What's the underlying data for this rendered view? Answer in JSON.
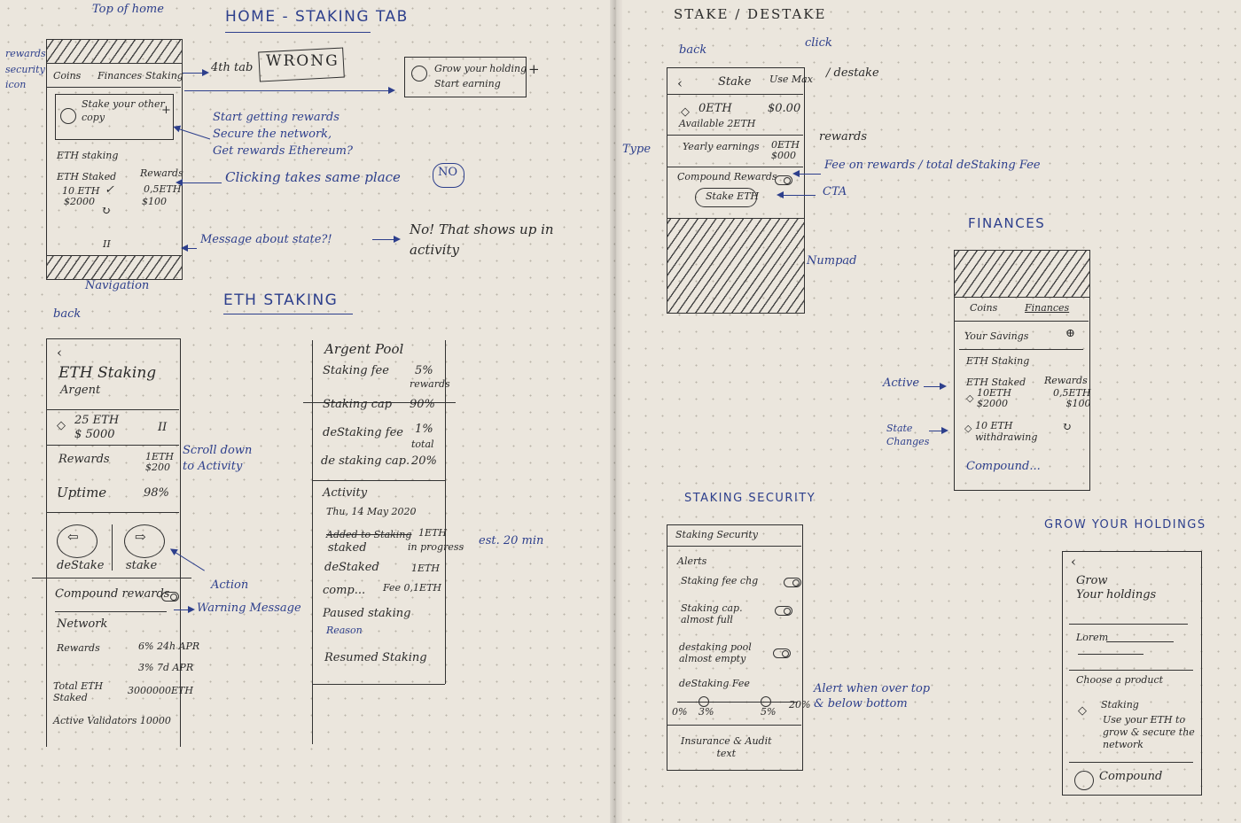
{
  "titles": {
    "home": "HOME - STAKING TAB",
    "eth_staking": "ETH STAKING",
    "stake_destake": "STAKE / DESTAKE",
    "finances": "FINANCES",
    "staking_security": "STAKING SECURITY",
    "grow": "GROW YOUR HOLDINGS"
  },
  "home": {
    "top_label": "Top of home",
    "nav_label": "Navigation",
    "side_note": "rewards\nsecurity\nicon",
    "tabs": [
      "Coins",
      "Finances",
      "Staking"
    ],
    "tab_note": "4th tab",
    "wrong": "WRONG",
    "grow_card": "Grow your holding\nStart earning",
    "plus": "+",
    "card": "Stake your other\ncopy",
    "eth_staking": "ETH staking",
    "eth_staked": "ETH Staked",
    "staked_val": "10 ETH",
    "staked_usd": "$2000",
    "rewards_lbl": "Rewards",
    "rewards_val": "0,5ETH",
    "rewards_usd": "$100",
    "note_rewards": "Start getting rewards\nSecure the network,\nGet rewards Ethereum?",
    "note_click": "Clicking takes same place",
    "no": "NO",
    "note_state": "Message about state?!",
    "note_no": "No! That shows up in\nactivity"
  },
  "eth": {
    "back": "back",
    "title": "ETH Staking",
    "provider": "Argent",
    "amount": "25 ETH",
    "amount_usd": "$ 5000",
    "pause": "II",
    "scroll": "Scroll down\nto Activity",
    "rewards": "Rewards",
    "rewards_val": "1ETH\n$200",
    "uptime": "Uptime",
    "uptime_val": "98%",
    "destake": "deStake",
    "stake": "stake",
    "compound": "Compound rewards",
    "action": "Action",
    "warning": "Warning Message",
    "network": "Network",
    "net_rewards": "Rewards",
    "apr1": "6% 24h APR",
    "apr2": "3% 7d APR",
    "total": "Total ETH\nStaked",
    "total_val": "3000000ETH",
    "validators": "Active Validators 10000"
  },
  "pool": {
    "name": "Argent Pool",
    "rows": [
      {
        "label": "Staking fee",
        "value": "5%",
        "sub": "rewards"
      },
      {
        "label": "Staking cap",
        "value": "90%",
        "sub": ""
      },
      {
        "label": "deStaking fee",
        "value": "1%",
        "sub": "total"
      },
      {
        "label": "de staking cap.",
        "value": "20%",
        "sub": ""
      }
    ],
    "activity": "Activity",
    "date": "Thu, 14 May 2020",
    "added": "Added to Staking",
    "staked": "staked",
    "staked_val": "1ETH",
    "in_progress": "in progress",
    "est": "est. 20 min",
    "destaked": "deStaked",
    "destaked_val": "1ETH",
    "comp": "comp...",
    "fee": "Fee 0,1ETH",
    "paused": "Paused staking",
    "reason": "Reason",
    "resumed": "Resumed Staking"
  },
  "stake": {
    "back": "back",
    "click": "click",
    "slash_destake": "/ destake",
    "header": "Stake",
    "max": "Use Max",
    "amount": "0ETH",
    "available": "Available 2ETH",
    "usd": "$0.00",
    "type": "Type",
    "yearly": "Yearly earnings",
    "yearly_val": "0ETH\n$000",
    "rewards_note": "rewards",
    "compound": "Compound Rewards",
    "fee_note": "Fee on rewards / total deStaking Fee",
    "cta_btn": "Stake ETH",
    "cta": "CTA",
    "numpad": "Numpad"
  },
  "finances": {
    "tabs": [
      "Coins",
      "Finances"
    ],
    "savings": "Your Savings",
    "eth_staking": "ETH Staking",
    "staked": "ETH Staked",
    "staked_val": "10ETH\n$2000",
    "rewards": "Rewards",
    "rewards_val": "0,5ETH\n$100",
    "withdrawing": "10 ETH\nwithdrawing",
    "compound": "Compound...",
    "active": "Active",
    "state": "State\nChanges"
  },
  "security": {
    "header": "Staking Security",
    "alerts": "Alerts",
    "fee_chg": "Staking fee chg",
    "cap": "Staking cap.\nalmost full",
    "pool": "destaking pool\nalmost empty",
    "destake_fee": "deStaking Fee",
    "ticks": [
      "0%",
      "3%",
      "5%",
      "20%"
    ],
    "alert_note": "Alert when over top\n& below bottom",
    "insurance": "Insurance & Audit\ntext"
  },
  "grow": {
    "title": "Grow\nYour holdings",
    "lorem": "Lorem",
    "choose": "Choose a product",
    "staking": "Staking",
    "staking_desc": "Use your ETH to\ngrow & secure the\nnetwork",
    "compound": "Compound"
  }
}
